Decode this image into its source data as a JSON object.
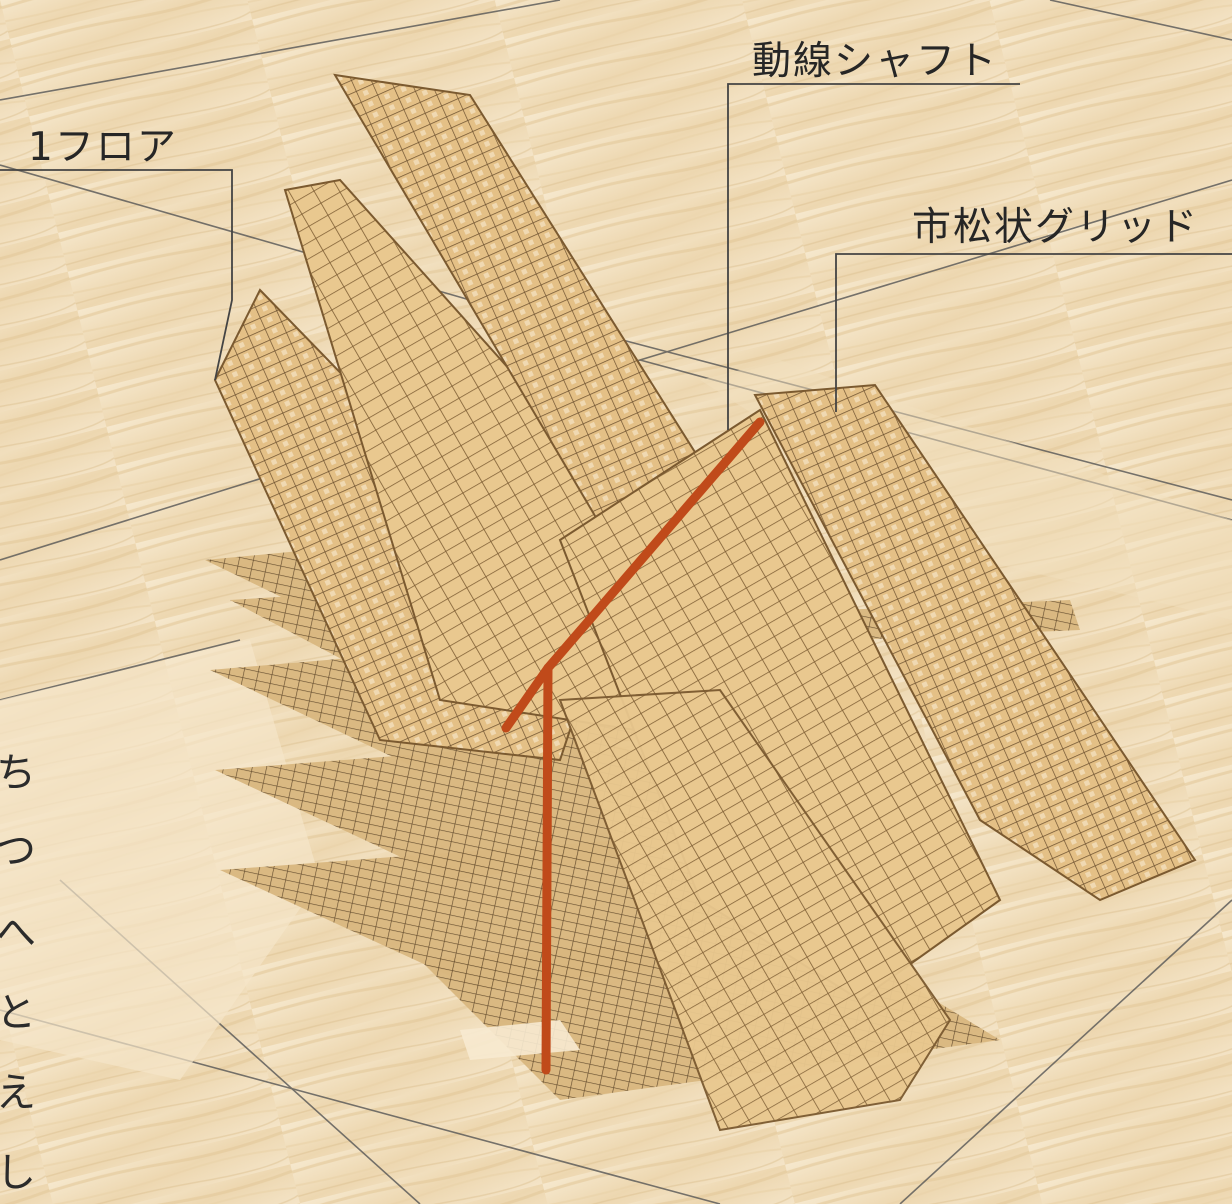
{
  "labels": {
    "floor": "1フロア",
    "shaft": "動線シャフト",
    "grid": "市松状グリッド"
  },
  "side_text": [
    "ち",
    "つ",
    "へ",
    "と",
    "え",
    "し"
  ],
  "colors": {
    "wood_light": "#f3e3c6",
    "wood_mid": "#e9cfa3",
    "panel_fill": "#e6c38a",
    "panel_line": "#8a6a3e",
    "shaft": "#c04a1a",
    "leader": "#444444"
  }
}
